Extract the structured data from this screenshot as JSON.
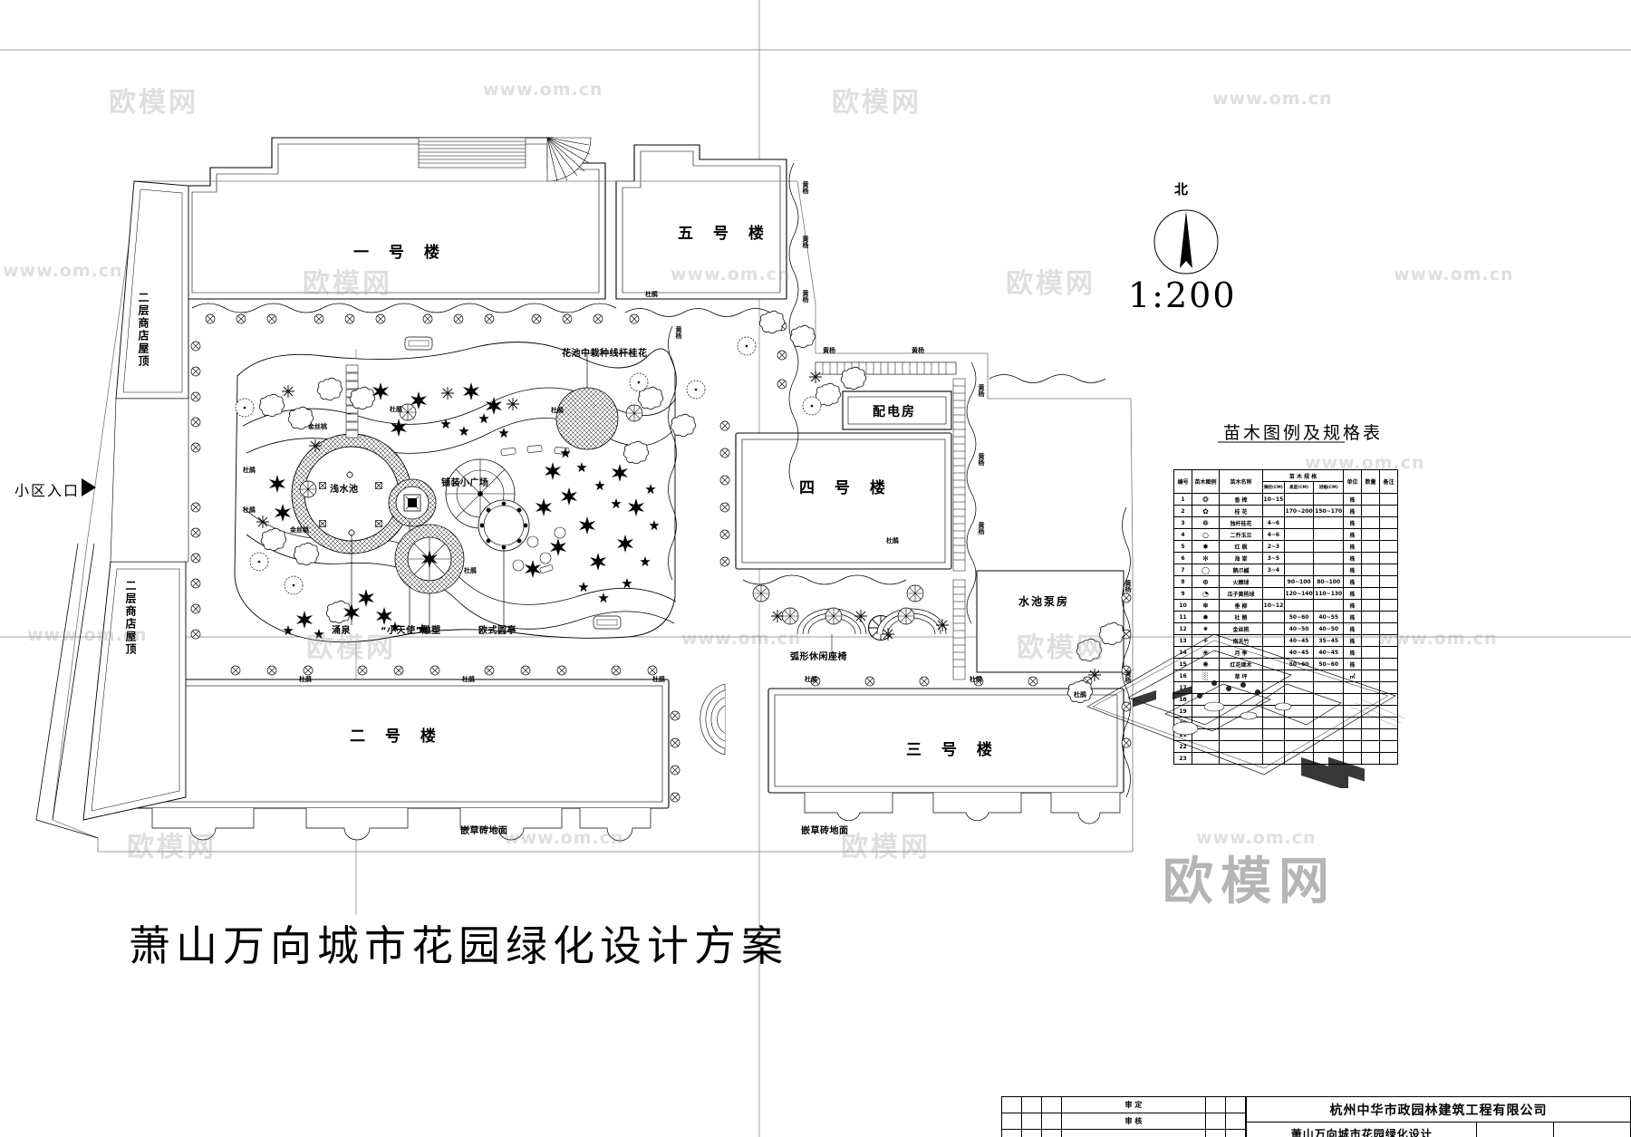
{
  "sheet": {
    "main_title": "萧山万向城市花园绿化设计方案",
    "scale": "1:200",
    "north_label": "北"
  },
  "buildings": [
    {
      "id": "b1",
      "label": "一 号 楼"
    },
    {
      "id": "b2",
      "label": "二 号 楼"
    },
    {
      "id": "b3",
      "label": "三 号 楼"
    },
    {
      "id": "b4",
      "label": "四 号 楼"
    },
    {
      "id": "b5",
      "label": "五 号 楼"
    },
    {
      "id": "powerhouse",
      "label": "配电房"
    },
    {
      "id": "pumphouse",
      "label": "水池泵房"
    }
  ],
  "annotations": {
    "entrance": "小区入口",
    "roof_top": "二层商店屋顶",
    "roof_bottom": "二层商店屋顶",
    "pool": "浅水池",
    "plaza": "铺装小广场",
    "fountain": "涌泉",
    "sculpture": "“小天使”雕塑",
    "pavilion": "欧式圆亭",
    "flowerbed_note": "花池中栽种线杆桂花",
    "curved_bench": "弧形休闲座椅",
    "grass_brick_left": "嵌草砖地面",
    "grass_brick_right": "嵌草砖地面",
    "shrub_azalea": "杜鹃",
    "shrub_hypericum": "金丝桃",
    "shrub_boxwood": "黄杨"
  },
  "plant_tags": {
    "azalea": "杜鹃",
    "hypericum": "金丝桃",
    "boxwood": "黄杨"
  },
  "legend": {
    "title": "苗木图例及规格表",
    "headers": {
      "no": "编号",
      "symbol": "苗木图例",
      "name": "苗木名称",
      "spec_group": "苗 木 规 格",
      "caliper": "胸径(CM)",
      "height": "高度(CM)",
      "crown": "冠幅(CM)",
      "unit": "单位",
      "qty": "数量",
      "remark": "备注"
    },
    "rows": [
      {
        "no": "1",
        "symbol": "camphor",
        "name": "香 樟",
        "caliper": "10~15",
        "height": "",
        "crown": "",
        "unit": "株",
        "qty": "",
        "remark": ""
      },
      {
        "no": "2",
        "symbol": "osmanthus",
        "name": "桂 花",
        "caliper": "",
        "height": "170~200",
        "crown": "150~170",
        "unit": "株",
        "qty": "",
        "remark": ""
      },
      {
        "no": "3",
        "symbol": "osmanthus2",
        "name": "独杆桂花",
        "caliper": "4~6",
        "height": "",
        "crown": "",
        "unit": "株",
        "qty": "",
        "remark": ""
      },
      {
        "no": "4",
        "symbol": "magnolia",
        "name": "二乔玉兰",
        "caliper": "4~6",
        "height": "",
        "crown": "",
        "unit": "株",
        "qty": "",
        "remark": ""
      },
      {
        "no": "5",
        "symbol": "redmaple",
        "name": "红 枫",
        "caliper": "2~3",
        "height": "",
        "crown": "",
        "unit": "株",
        "qty": "",
        "remark": ""
      },
      {
        "no": "6",
        "symbol": "crabapple",
        "name": "海 棠",
        "caliper": "3~5",
        "height": "",
        "crown": "",
        "unit": "株",
        "q�": "",
        "qty": "",
        "remark": ""
      },
      {
        "no": "7",
        "symbol": "sweetgum",
        "name": "鹅爪槭",
        "caliper": "3~4",
        "height": "",
        "crown": "",
        "unit": "株",
        "qty": "",
        "remark": ""
      },
      {
        "no": "8",
        "symbol": "firethorn",
        "name": "火棘球",
        "caliper": "",
        "height": "90~100",
        "crown": "80~100",
        "unit": "株",
        "qty": "",
        "remark": ""
      },
      {
        "no": "9",
        "symbol": "boxwood",
        "name": "瓜子黄杨球",
        "caliper": "",
        "height": "120~140",
        "crown": "110~130",
        "unit": "株",
        "qty": "",
        "remark": ""
      },
      {
        "no": "10",
        "symbol": "willow",
        "name": "垂 柳",
        "caliper": "10~12",
        "height": "",
        "crown": "",
        "unit": "株",
        "qty": "",
        "remark": ""
      },
      {
        "no": "11",
        "symbol": "azalea",
        "name": "杜 鹃",
        "caliper": "",
        "height": "50~60",
        "crown": "40~55",
        "unit": "株",
        "qty": "",
        "remark": ""
      },
      {
        "no": "12",
        "symbol": "hypericum",
        "name": "金丝桃",
        "caliper": "",
        "height": "40~50",
        "crown": "40~50",
        "unit": "株",
        "qty": "",
        "remark": ""
      },
      {
        "no": "13",
        "symbol": "nandina",
        "name": "南天竹",
        "caliper": "",
        "height": "40~45",
        "crown": "35~45",
        "unit": "株",
        "qty": "",
        "remark": ""
      },
      {
        "no": "14",
        "symbol": "rose",
        "name": "月 季",
        "caliper": "",
        "height": "40~45",
        "crown": "40~45",
        "unit": "株",
        "qty": "",
        "remark": ""
      },
      {
        "no": "15",
        "symbol": "photinia",
        "name": "红花继木",
        "caliper": "",
        "height": "50~60",
        "crown": "50~60",
        "unit": "株",
        "qty": "",
        "remark": ""
      },
      {
        "no": "16",
        "symbol": "lawn",
        "name": "草 坪",
        "caliper": "",
        "height": "",
        "crown": "",
        "unit": "㎡",
        "qty": "",
        "remark": ""
      },
      {
        "no": "17",
        "symbol": "",
        "name": "",
        "caliper": "",
        "height": "",
        "crown": "",
        "unit": "",
        "qty": "",
        "remark": ""
      },
      {
        "no": "18",
        "symbol": "",
        "name": "",
        "caliper": "",
        "height": "",
        "crown": "",
        "unit": "",
        "qty": "",
        "remark": ""
      },
      {
        "no": "19",
        "symbol": "",
        "name": "",
        "caliper": "",
        "height": "",
        "crown": "",
        "unit": "",
        "qty": "",
        "remark": ""
      },
      {
        "no": "20",
        "symbol": "",
        "name": "",
        "caliper": "",
        "height": "",
        "crown": "",
        "unit": "",
        "qty": "",
        "remark": ""
      },
      {
        "no": "21",
        "symbol": "",
        "name": "",
        "caliper": "",
        "height": "",
        "crown": "",
        "unit": "",
        "qty": "",
        "remark": ""
      },
      {
        "no": "22",
        "symbol": "",
        "name": "",
        "caliper": "",
        "height": "",
        "crown": "",
        "unit": "",
        "qty": "",
        "remark": ""
      },
      {
        "no": "23",
        "symbol": "",
        "name": "",
        "caliper": "",
        "height": "",
        "crown": "",
        "unit": "",
        "qty": "",
        "remark": ""
      }
    ]
  },
  "title_block": {
    "company": "杭州中华市政园林建筑工程有限公司",
    "project": "萧山万向城市花园绿化设计",
    "field_shen": "审 定",
    "field_shen2": "审 核"
  },
  "watermarks": {
    "om_cn": "www.om.cn",
    "om_short": "欧模网",
    "big": "欧模网"
  },
  "colors": {
    "line": "#000000",
    "paper": "#ffffff",
    "watermark": "#969696"
  }
}
